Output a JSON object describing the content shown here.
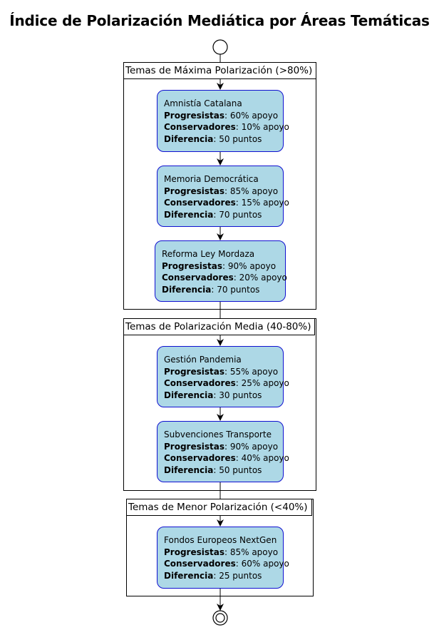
{
  "title": "Índice de Polarización Mediática por Áreas Temáticas",
  "labels": {
    "progressive": "Progresistas",
    "conservative": "Conservadores",
    "difference": "Diferencia"
  },
  "partitions": [
    {
      "name": "Temas de Máxima Polarización (>80%)",
      "activities": [
        {
          "topic": "Amnistía Catalana",
          "progressive": ": 60% apoyo",
          "conservative": ": 10% apoyo",
          "difference": ": 50 puntos"
        },
        {
          "topic": "Memoria Democrática",
          "progressive": ": 85% apoyo",
          "conservative": ": 15% apoyo",
          "difference": ": 70 puntos"
        },
        {
          "topic": "Reforma Ley Mordaza",
          "progressive": ": 90% apoyo",
          "conservative": ": 20% apoyo",
          "difference": ": 70 puntos"
        }
      ]
    },
    {
      "name": "Temas de Polarización Media (40-80%)",
      "activities": [
        {
          "topic": "Gestión Pandemia",
          "progressive": ": 55% apoyo",
          "conservative": ": 25% apoyo",
          "difference": ": 30 puntos"
        },
        {
          "topic": "Subvenciones Transporte",
          "progressive": ": 90% apoyo",
          "conservative": ": 40% apoyo",
          "difference": ": 50 puntos"
        }
      ]
    },
    {
      "name": "Temas de Menor Polarización (<40%)",
      "activities": [
        {
          "topic": "Fondos Europeos NextGen",
          "progressive": ": 85% apoyo",
          "conservative": ": 60% apoyo",
          "difference": ": 25 puntos"
        }
      ]
    }
  ],
  "colors": {
    "activity_fill": "#add8e6",
    "activity_border": "#1010d0",
    "line": "#000000"
  }
}
